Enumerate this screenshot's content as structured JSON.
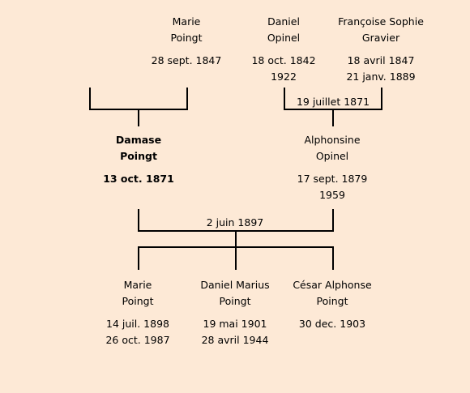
{
  "grandparents": [
    {
      "first": "Marie",
      "last": "Poingt",
      "birth": "28 sept. 1847",
      "death": ""
    },
    {
      "first": "Daniel",
      "last": "Opinel",
      "birth": "18 oct. 1842",
      "death": "1922"
    },
    {
      "first": "Françoise Sophie",
      "last": "Gravier",
      "birth": "18 avril 1847",
      "death": "21 janv. 1889"
    }
  ],
  "grandparents_marriage": "19 juillet 1871",
  "parents": [
    {
      "first": "Damase",
      "last": "Poingt",
      "birth": "13 oct. 1871",
      "death": ""
    },
    {
      "first": "Alphonsine",
      "last": "Opinel",
      "birth": "17 sept. 1879",
      "death": "1959"
    }
  ],
  "parents_marriage": "2 juin 1897",
  "children": [
    {
      "first": "Marie",
      "last": "Poingt",
      "birth": "14 juil. 1898",
      "death": "26 oct. 1987"
    },
    {
      "first": "Daniel Marius",
      "last": "Poingt",
      "birth": "19 mai 1901",
      "death": "28 avril 1944"
    },
    {
      "first": "César Alphonse",
      "last": "Poingt",
      "birth": "30 dec. 1903",
      "death": ""
    }
  ]
}
